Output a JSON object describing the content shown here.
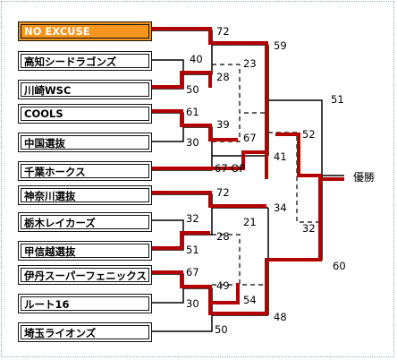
{
  "teams": [
    {
      "name": "NO EXCUSE",
      "highlight": true
    },
    {
      "name": "高知シードラゴンズ"
    },
    {
      "name": "川崎WSC"
    },
    {
      "name": "COOLS"
    },
    {
      "name": "中国選抜"
    },
    {
      "name": "千葉ホークス"
    },
    {
      "name": "神奈川選抜"
    },
    {
      "name": "栃木レイカーズ"
    },
    {
      "name": "甲信越選抜"
    },
    {
      "name": "伊丹スーパーフェニックス"
    },
    {
      "name": "ルート16"
    },
    {
      "name": "埼玉ライオンズ"
    }
  ],
  "scores": {
    "r1_no_excuse": "72",
    "r1_kochi": "40",
    "r1_kawasaki": "50",
    "r1_kk_winner": "28",
    "r1_cools": "61",
    "r1_chugoku": "30",
    "r1_cools_next": "39",
    "r1_chiba": "67 OP",
    "r1_kanagawa": "72",
    "r1_tochigi": "32",
    "r1_koshinetsu": "51",
    "r1_tk_winner": "28",
    "r1_itami": "67",
    "r1_route16": "30",
    "r1_itami_next": "49",
    "r1_saitama": "50",
    "qf_top_a": "59",
    "qf_top_b": "23",
    "qf_chiba": "67",
    "qf_chiba_out": "41",
    "qf_kanagawa": "21",
    "qf_kanagawa_out": "34",
    "qf_saitama": "54",
    "qf_saitama_out": "48",
    "sf1_top": "51",
    "sf1_bottom": "52",
    "sf2_bottom": "32",
    "final_winner": "60"
  },
  "winner_label": "優勝",
  "colors": {
    "red": "#b30000",
    "highlight": "#f7951d"
  }
}
